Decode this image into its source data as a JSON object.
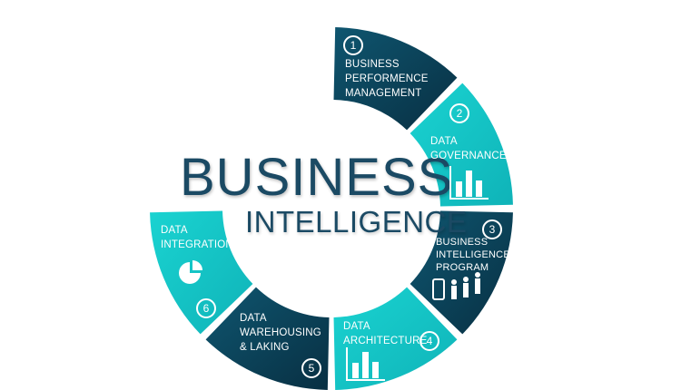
{
  "title": {
    "line1": "BUSINESS",
    "line2": "INTELLIGENCE"
  },
  "colors": {
    "dark": "#0d4a62",
    "dark_end": "#082f42",
    "light": "#17cbcb",
    "light_end": "#0fb3b8",
    "title": "#1b4a64"
  },
  "segments": [
    {
      "number": "1",
      "label": [
        "BUSINESS",
        "PERFORMENCE",
        "MANAGEMENT"
      ],
      "style": "dark",
      "icon": "none"
    },
    {
      "number": "2",
      "label": [
        "DATA",
        "GOVERNANCE"
      ],
      "style": "light",
      "icon": "bar-chart-icon"
    },
    {
      "number": "3",
      "label": [
        "BUSINESS",
        "INTELLIGENCE",
        "PROGRAM"
      ],
      "style": "dark",
      "icon": "people-phone-icon"
    },
    {
      "number": "4",
      "label": [
        "DATA",
        "ARCHITECTURE"
      ],
      "style": "light",
      "icon": "bar-chart-icon"
    },
    {
      "number": "5",
      "label": [
        "DATA",
        "WAREHOUSING",
        "& LAKING"
      ],
      "style": "dark",
      "icon": "none"
    },
    {
      "number": "6",
      "label": [
        "DATA",
        "INTEGRATION"
      ],
      "style": "light",
      "icon": "pie-chart-icon"
    }
  ]
}
